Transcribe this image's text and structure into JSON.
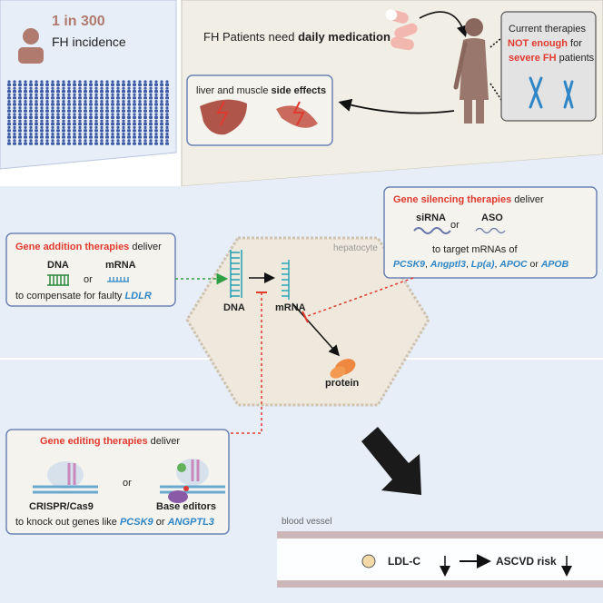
{
  "incidence": {
    "ratio": "1 in 300",
    "label": "FH incidence"
  },
  "medication": {
    "text_prefix": "FH Patients need ",
    "text_bold": "daily medication"
  },
  "current_therapies": {
    "line1": "Current therapies",
    "line2_red": "NOT enough",
    "line2_rest": " for",
    "line3_red": "severe FH",
    "line3_rest": " patients"
  },
  "side_effects": {
    "prefix": "liver and muscle ",
    "bold": "side effects"
  },
  "hepatocyte_label": "hepatocyte",
  "gene_addition": {
    "title_red": "Gene addition therapies",
    "title_rest": " deliver",
    "dna": "DNA",
    "or": "or",
    "mrna": "mRNA",
    "footer_prefix": "to compensate for faulty ",
    "footer_gene": "LDLR"
  },
  "gene_silencing": {
    "title_red": "Gene silencing therapies",
    "title_rest": " deliver",
    "sirna": "siRNA",
    "or": "or",
    "aso": "ASO",
    "footer1": "to target mRNAs of",
    "targets": [
      "PCSK9",
      "Angptl3",
      "Lp(a)",
      "APOC"
    ],
    "sep1": ", ",
    "sep_or": " or ",
    "last_target": "APOB"
  },
  "cell": {
    "dna": "DNA",
    "mrna": "mRNA",
    "protein": "protein"
  },
  "gene_editing": {
    "title_red": "Gene editing therapies",
    "title_rest": " deliver",
    "crispr": "CRISPR/Cas9",
    "or": "or",
    "base_editors": "Base editors",
    "footer_prefix": "to knock out genes like ",
    "gene1": "PCSK9",
    "footer_or": " or ",
    "gene2": "ANGPTL3"
  },
  "blood_vessel": {
    "label": "blood vessel",
    "ldlc": "LDL-C",
    "ascvd": "ASCVD risk"
  },
  "colors": {
    "accent_red": "#e03a2f",
    "accent_blue": "#2f86c6",
    "box_border": "#6c83b5",
    "panel_bg": "#e7eef8",
    "top_bg": "#f1eee5"
  }
}
